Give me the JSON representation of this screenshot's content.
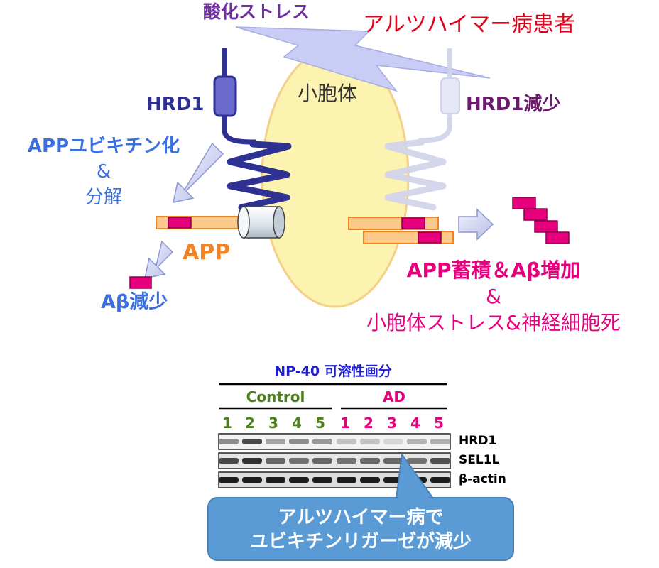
{
  "colors": {
    "purple": "#7030a0",
    "red": "#e2001a",
    "blue": "#3a6fe0",
    "navy": "#2e3192",
    "orange": "#f58220",
    "magenta": "#e6007e",
    "green": "#4d7f18",
    "blot_blue": "#1f1fd0",
    "organelle_fill": "#fcf3b0",
    "organelle_stroke": "#f5d089",
    "callout_fill": "#5b9bd5"
  },
  "diagram": {
    "oxidative_stress": "酸化ストレス",
    "alzheimer_patient": "アルツハイマー病患者",
    "organelle": "小胞体",
    "hrd1_left": "HRD1",
    "hrd1_right": "HRD1減少",
    "app_ubiq": {
      "line1": "APPユビキチン化",
      "line2": "&",
      "line3": "分解"
    },
    "app_label": "APP",
    "abeta_decrease": "Aβ減少",
    "app_accumulation": {
      "line1": "APP蓄積＆Aβ増加",
      "line2": "&",
      "line3": "小胞体ストレス&神経細胞死"
    }
  },
  "blot": {
    "title": "NP-40 可溶性画分",
    "groups": {
      "control": "Control",
      "ad": "AD"
    },
    "lanes_control": [
      "1",
      "2",
      "3",
      "4",
      "5"
    ],
    "lanes_ad": [
      "1",
      "2",
      "3",
      "4",
      "5"
    ],
    "rows": [
      "HRD1",
      "SEL1L",
      "β-actin"
    ]
  },
  "callout": {
    "line1": "アルツハイマー病で",
    "line2": "ユビキチンリガーゼが減少"
  }
}
